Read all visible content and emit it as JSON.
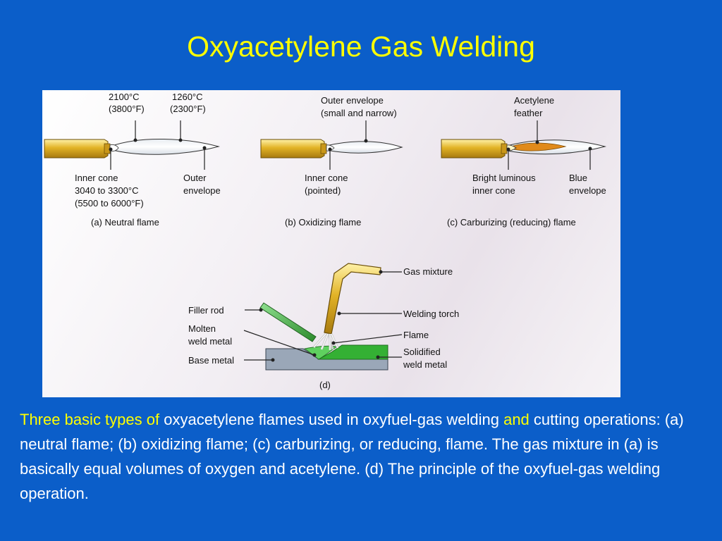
{
  "title": "Oxyacetylene Gas Welding",
  "colors": {
    "background": "#0b5ec9",
    "title": "#ffff00",
    "caption_highlight": "#ffff00",
    "caption_text": "#ffffff",
    "torch_gold": "#d9a920",
    "filler_rod": "#3aa53a",
    "weld_metal": "#34b034",
    "base_metal": "#9aa7b8",
    "carburizing_feather": "#e08a1a"
  },
  "figure": {
    "a": {
      "temp_inner": [
        "2100°C",
        "(3800°F)"
      ],
      "temp_outer": [
        "1260°C",
        "(2300°F)"
      ],
      "inner_cone": [
        "Inner cone",
        "3040 to 3300°C",
        "(5500 to 6000°F)"
      ],
      "outer_envelope": [
        "Outer",
        "envelope"
      ],
      "caption": "(a) Neutral flame"
    },
    "b": {
      "outer_envelope": [
        "Outer envelope",
        "(small and narrow)"
      ],
      "inner_cone": [
        "Inner cone",
        "(pointed)"
      ],
      "caption": "(b) Oxidizing flame"
    },
    "c": {
      "feather": [
        "Acetylene",
        "feather"
      ],
      "inner_cone": [
        "Bright luminous",
        "inner cone"
      ],
      "envelope": [
        "Blue",
        "envelope"
      ],
      "caption": "(c) Carburizing (reducing) flame"
    },
    "d": {
      "gas_mixture": "Gas mixture",
      "welding_torch": "Welding torch",
      "flame": "Flame",
      "solidified": [
        "Solidified",
        "weld metal"
      ],
      "filler_rod": "Filler rod",
      "molten": [
        "Molten",
        "weld metal"
      ],
      "base_metal": "Base metal",
      "caption": "(d)"
    }
  },
  "caption": {
    "part1": "Three basic types of",
    "part2": "oxyacetylene flames used in oxyfuel-gas welding",
    "part3": "and",
    "part4": "cutting operations: (a) neutral flame; (b) oxidizing flame; (c) carburizing, or reducing, flame. The gas mixture in (a) is basically equal volumes of oxygen and acetylene. (d) The principle of the oxyfuel-gas welding operation."
  }
}
